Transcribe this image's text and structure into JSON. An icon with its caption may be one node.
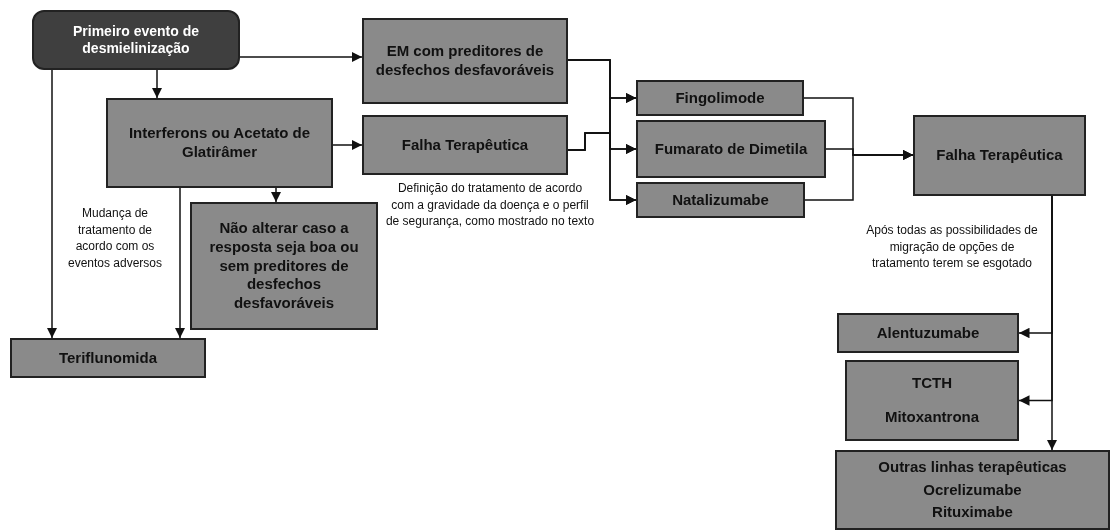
{
  "diagram": {
    "nodes": [
      {
        "text": [
          "Primeiro evento de desmielinização"
        ]
      },
      {
        "text": [
          "EM com preditores de desfechos desfavoráveis"
        ]
      },
      {
        "text": [
          "Interferons ou Acetato de Glatirâmer"
        ]
      },
      {
        "text": [
          "Falha Terapêutica"
        ]
      },
      {
        "text": [
          "Não alterar caso a resposta seja boa ou sem preditores de desfechos desfavoráveis"
        ]
      },
      {
        "text": [
          "Teriflunomida"
        ]
      },
      {
        "text": [
          "Fingolimode"
        ]
      },
      {
        "text": [
          "Fumarato de Dimetila"
        ]
      },
      {
        "text": [
          "Natalizumabe"
        ]
      },
      {
        "text": [
          "Falha Terapêutica"
        ]
      },
      {
        "text": [
          "Alentuzumabe"
        ]
      },
      {
        "text": [
          "TCTH",
          "Mitoxantrona"
        ]
      },
      {
        "text": [
          "Outras linhas terapêuticas",
          "Ocrelizumabe",
          "Rituximabe"
        ]
      }
    ],
    "edges": [
      {
        "from": 0,
        "to": 1,
        "arrow": "to"
      },
      {
        "from": 0,
        "to": 2,
        "arrow": "to"
      },
      {
        "from": 0,
        "to": 5,
        "arrow": "to"
      },
      {
        "from": 2,
        "to": 3,
        "arrow": "to"
      },
      {
        "from": 2,
        "to": 4,
        "arrow": "to"
      },
      {
        "from": 2,
        "to": 5,
        "arrow": "to"
      },
      {
        "from": 1,
        "to": 6,
        "arrow": "to"
      },
      {
        "from": 1,
        "to": 7,
        "arrow": "to"
      },
      {
        "from": 1,
        "to": 8,
        "arrow": "to"
      },
      {
        "from": 3,
        "to": 6,
        "arrow": "to"
      },
      {
        "from": 3,
        "to": 7,
        "arrow": "to"
      },
      {
        "from": 3,
        "to": 8,
        "arrow": "to"
      },
      {
        "from": 6,
        "to": 9,
        "arrow": "to"
      },
      {
        "from": 7,
        "to": 9,
        "arrow": "to"
      },
      {
        "from": 8,
        "to": 9,
        "arrow": "to"
      },
      {
        "from": 9,
        "to": 10,
        "arrow": "to"
      },
      {
        "from": 9,
        "to": 11,
        "arrow": "to"
      },
      {
        "from": 9,
        "to": 12,
        "arrow": "to"
      }
    ],
    "labels": [
      "Mudança de tratamento de acordo com os eventos adversos",
      "Definição do tratamento de acordo com a gravidade da doença e o perfil de segurança, como mostrado no texto",
      "Após todas as possibilidades de migração de opções de tratamento terem se esgotado"
    ]
  }
}
